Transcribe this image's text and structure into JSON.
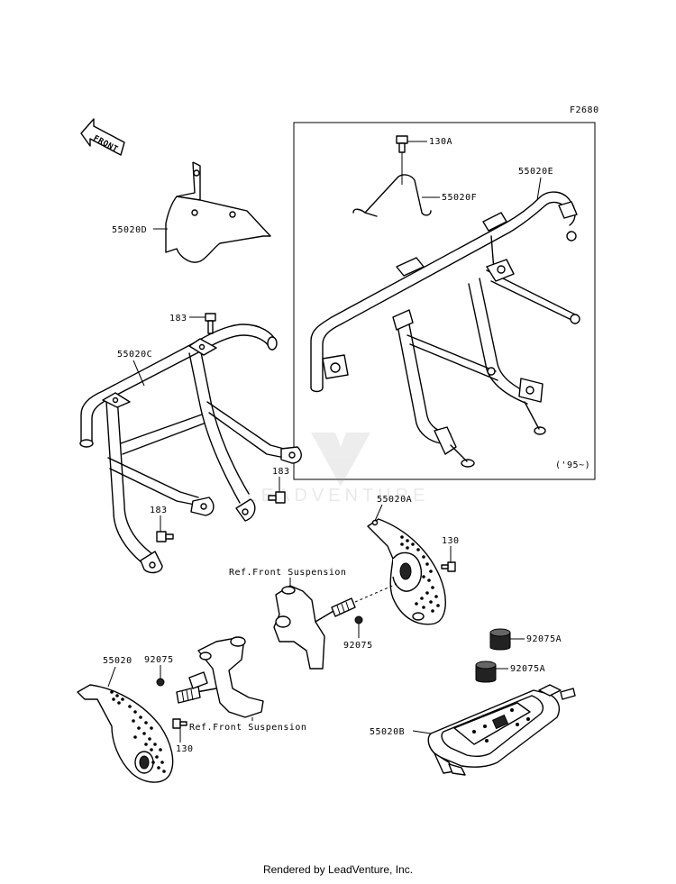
{
  "figure_code": "F2680",
  "front_arrow_label": "FRONT",
  "inset_note": "('95~)",
  "watermark": "LEADVENTURE",
  "footer": "Rendered by LeadVenture, Inc.",
  "labels": {
    "p130A": "130A",
    "p55020F": "55020F",
    "p55020E": "55020E",
    "p55020D": "55020D",
    "p183_top": "183",
    "p55020C": "55020C",
    "p183_right": "183",
    "p183_left": "183",
    "p55020A": "55020A",
    "p130_upper": "130",
    "ref_upper": "Ref.Front Suspension",
    "p92075_mid": "92075",
    "p92075A_1": "92075A",
    "p92075A_2": "92075A",
    "p55020": "55020",
    "p92075_left": "92075",
    "ref_lower": "Ref.Front Suspension",
    "p130_lower": "130",
    "p55020B": "55020B"
  }
}
